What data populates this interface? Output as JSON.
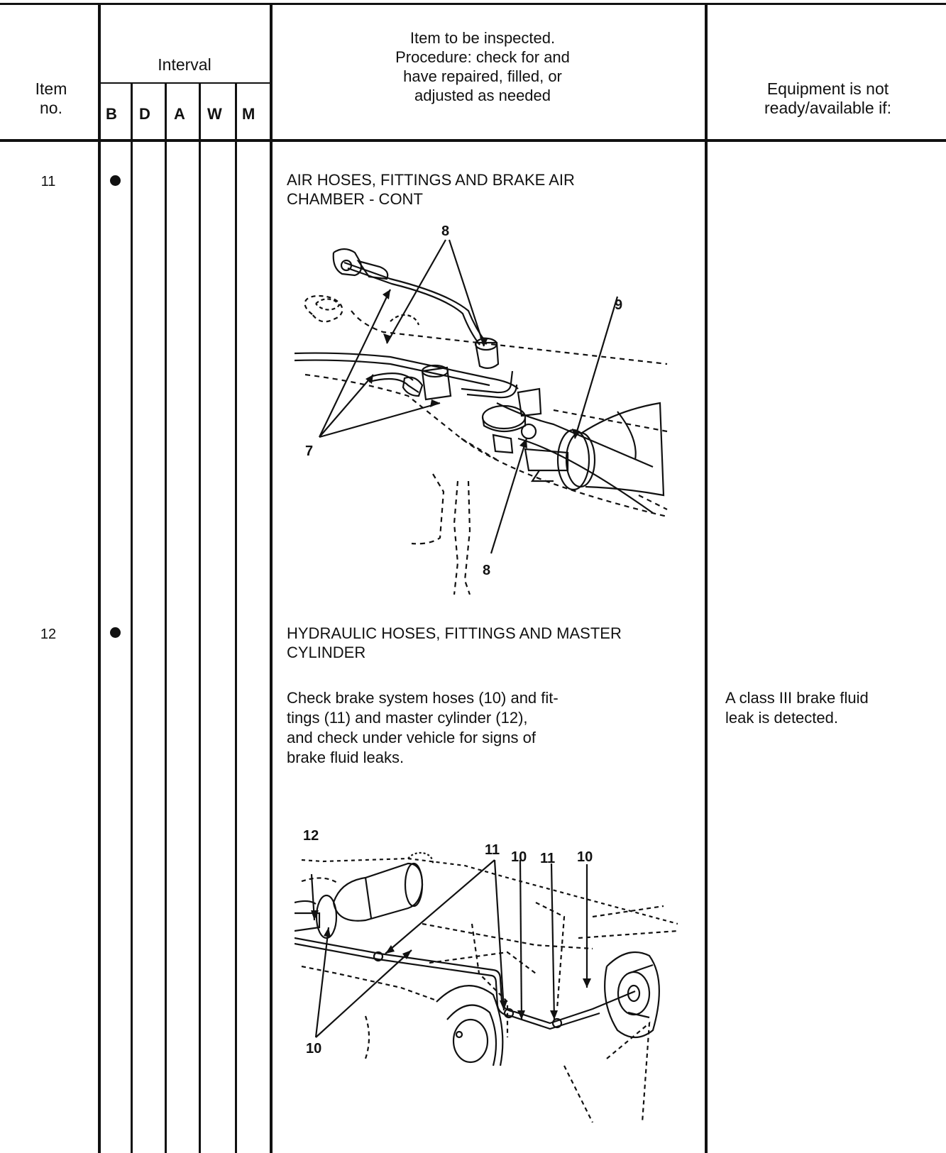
{
  "header": {
    "item_no": "Item\nno.",
    "interval": "Interval",
    "interval_cols": [
      "B",
      "D",
      "A",
      "W",
      "M"
    ],
    "procedure": "Item to be inspected.\nProcedure: check for and\nhave repaired, filled, or\nadjusted as needed",
    "not_ready": "Equipment is not\nready/available if:"
  },
  "rows": [
    {
      "item": "11",
      "title": "AIR HOSES, FITTINGS AND BRAKE AIR\nCHAMBER  -  CONT",
      "figure_labels": [
        "8",
        "9",
        "7",
        "8"
      ],
      "not_ready": ""
    },
    {
      "item": "12",
      "title": "HYDRAULIC HOSES, FITTINGS AND MASTER\nCYLINDER",
      "procedure": "Check brake system hoses (10) and fit-\ntings (11) and master cylinder (12),\nand check under vehicle for signs of\nbrake fluid leaks.",
      "figure_labels": [
        "12",
        "11",
        "10",
        "11",
        "10",
        "10"
      ],
      "not_ready": "A class III brake fluid\nleak is detected."
    }
  ]
}
